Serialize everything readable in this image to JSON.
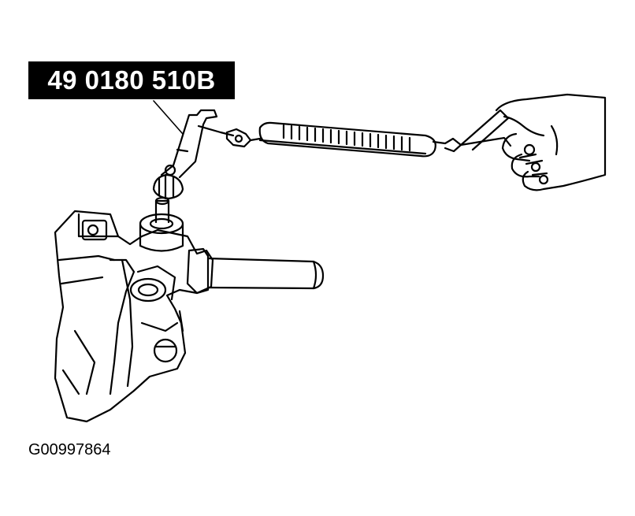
{
  "figure": {
    "tool_part_number": "49 0180 510B",
    "figure_id": "G00997864"
  },
  "colors": {
    "ink": "#000000",
    "paper": "#ffffff"
  },
  "depicted_objects": [
    "steering-gear-housing",
    "pinion-shaft",
    "torque-adapter-tool",
    "spring-scale-icon",
    "hand-icon"
  ]
}
